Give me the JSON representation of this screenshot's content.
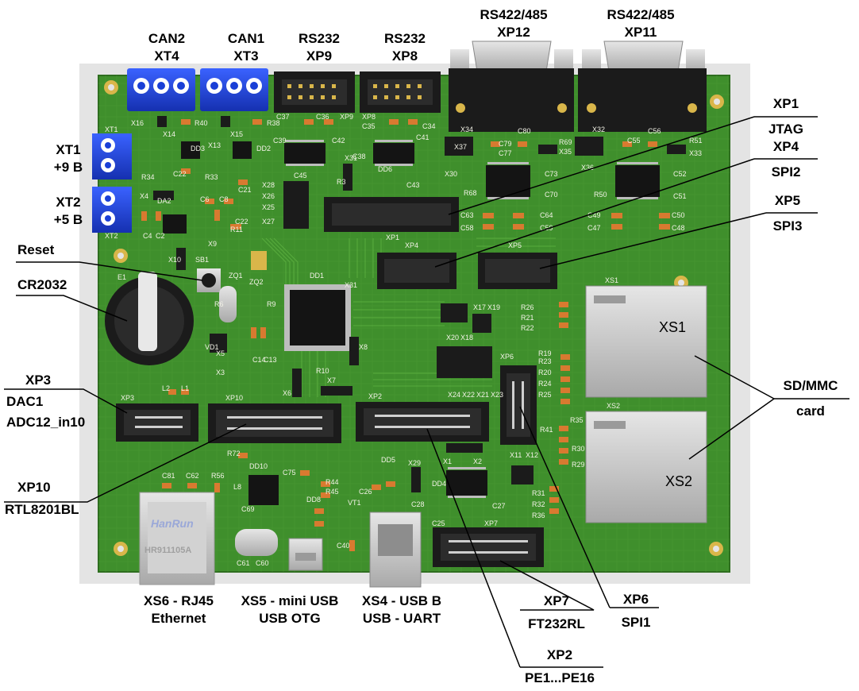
{
  "labels": {
    "can2": [
      "CAN2",
      "XT4"
    ],
    "can1": [
      "CAN1",
      "XT3"
    ],
    "rs232_xp9": [
      "RS232",
      "XP9"
    ],
    "rs232_xp8": [
      "RS232",
      "XP8"
    ],
    "rs422_xp12": [
      "RS422/485",
      "XP12"
    ],
    "rs422_xp11": [
      "RS422/485",
      "XP11"
    ],
    "xt1": [
      "XT1",
      "+9 B"
    ],
    "xt2": [
      "XT2",
      "+5 B"
    ],
    "reset": "Reset",
    "cr2032": "CR2032",
    "xp3": [
      "XP3",
      "DAC1",
      "ADC12_in10"
    ],
    "xp10": [
      "XP10",
      "RTL8201BL"
    ],
    "xp1": [
      "XP1",
      "JTAG"
    ],
    "xp4": [
      "XP4",
      "SPI2"
    ],
    "xp5": [
      "XP5",
      "SPI3"
    ],
    "sdmmc": [
      "SD/MMC",
      "card"
    ],
    "xs6": [
      "XS6 - RJ45",
      "Ethernet"
    ],
    "xs5": [
      "XS5 - mini USB",
      "USB OTG"
    ],
    "xs4": [
      "XS4 - USB B",
      "USB - UART"
    ],
    "xp7": [
      "XP7",
      "FT232RL"
    ],
    "xp6": [
      "XP6",
      "SPI1"
    ],
    "xp2": [
      "XP2",
      "PE1...PE16"
    ]
  },
  "board": {
    "silk": {
      "xt1": "XT1",
      "xt2": "XT2",
      "x16": "X16",
      "x14": "X14",
      "x13": "X13",
      "x15": "X15",
      "r40": "R40",
      "r38": "R38",
      "dd3": "DD3",
      "dd2": "DD2",
      "c37": "C37",
      "c36": "C36",
      "xp9": "XP9",
      "xp8": "XP8",
      "c35": "C35",
      "c34": "C34",
      "c39": "C39",
      "c42": "C42",
      "c38": "C38",
      "c41": "C41",
      "c22": "C22",
      "c21": "C21",
      "c45": "C45",
      "dd6": "DD6",
      "c43": "C43",
      "x4": "X4",
      "da2": "DA2",
      "c6": "C6",
      "c8": "C8",
      "x28": "X28",
      "x26": "X26",
      "x25": "X25",
      "x27": "X27",
      "x31": "X31",
      "r3": "R3",
      "x30": "X30",
      "r68": "R68",
      "x37": "X37",
      "x34": "X34",
      "c80": "C80",
      "c79": "C79",
      "c77": "C77",
      "x35": "X35",
      "c73": "C73",
      "c70": "C70",
      "x32": "X32",
      "c56": "C56",
      "c55": "C55",
      "r69": "R69",
      "r51": "R51",
      "x33": "X33",
      "x36": "X36",
      "c52": "C52",
      "r50": "R50",
      "c51": "C51",
      "c63": "C63",
      "c64": "C64",
      "c58": "C58",
      "c59": "C59",
      "c49": "C49",
      "c50": "C50",
      "c47": "C47",
      "c48": "C48",
      "r11": "R11",
      "x9": "X9",
      "xp1": "XP1",
      "xp4": "XP4",
      "xp5": "XP5",
      "e1": "E1",
      "x10": "X10",
      "sb1": "SB1",
      "zq1": "ZQ1",
      "zq2": "ZQ2",
      "dd1": "DD1",
      "r9": "R9",
      "x31b": "X31",
      "r26": "R26",
      "r21": "R21",
      "r22": "R22",
      "x20": "X20",
      "x18": "X18",
      "x17": "X17",
      "x19": "X19",
      "xs1": "XS1",
      "xs1t": "XS1",
      "xs2": "XS2",
      "xs2t": "XS2",
      "x8": "X8",
      "vd1": "VD1",
      "x5": "X5",
      "x3": "X3",
      "c14": "C14",
      "c13": "C13",
      "x24": "X24",
      "x22": "X22",
      "x21": "X21",
      "x23": "X23",
      "xp6": "XP6",
      "r10": "R10",
      "x6": "X6",
      "x7": "X7",
      "xp3": "XP3",
      "l2": "L2",
      "l1": "L1",
      "xp10": "XP10",
      "xp2": "XP2",
      "r72": "R72",
      "dd10": "DD10",
      "c75": "C75",
      "dd5": "DD5",
      "x29": "X29",
      "x1": "X1",
      "x2": "X2",
      "x11": "X11",
      "x12": "X12",
      "c81": "C81",
      "c62": "C62",
      "r56": "R56",
      "l8": "L8",
      "c69": "C69",
      "r44": "R44",
      "r45": "R45",
      "dd8": "DD8",
      "c26": "C26",
      "dd4": "DD4",
      "c28": "C28",
      "c27": "C27",
      "r31": "R31",
      "r32": "R32",
      "r36": "R36",
      "vt1": "VT1",
      "c25": "C25",
      "xp7": "XP7",
      "c61": "C61",
      "c60": "C60",
      "c40": "C40",
      "hanrun": "HanRun",
      "hr": "HR911105A",
      "r6": "R6",
      "c4": "C4",
      "c2": "C2",
      "r34": "R34",
      "r33": "R33",
      "c22b": "C22",
      "r19": "R19",
      "r23": "R23",
      "r20": "R20",
      "r24": "R24",
      "r25": "R25",
      "r35": "R35",
      "r41": "R41",
      "r30": "R30",
      "r29": "R29"
    }
  },
  "colors": {
    "board": "#3f8f2c",
    "board_dark": "#2e6e1f",
    "trace": "#5aad3c",
    "silk": "#f2f2e6",
    "terminal_blue": "#1a3fd6",
    "header_black": "#1b1b1b",
    "gold": "#d9b64a",
    "metal": "#c8c8c8",
    "ic": "#141414",
    "cap": "#d87a30",
    "leader": "#000000"
  }
}
